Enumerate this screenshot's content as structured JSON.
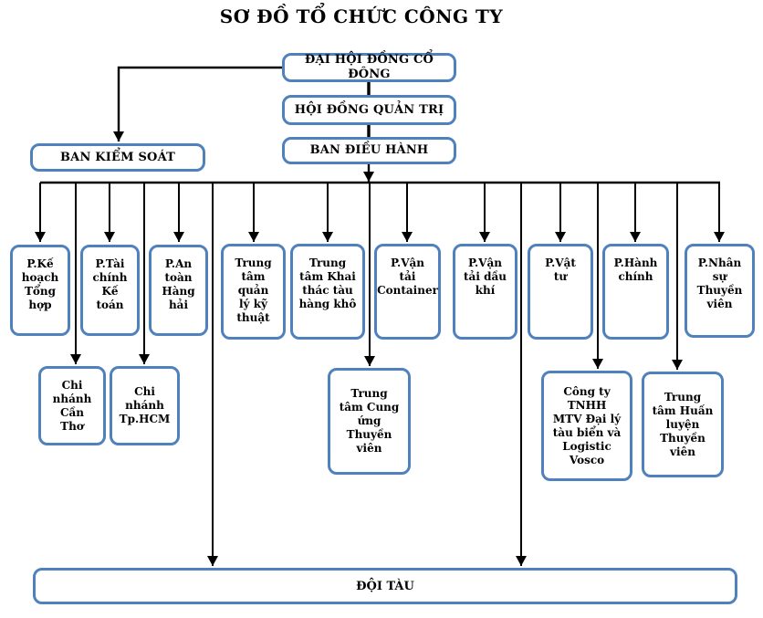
{
  "title": "SƠ ĐỒ TỔ CHỨC CÔNG TY",
  "colors": {
    "box_border": "#4F81BD",
    "connector": "#000000",
    "text": "#000000",
    "background": "#FFFFFF"
  },
  "nodes": {
    "shareholders_meeting": "ĐẠI HỘI ĐỒNG CỔ ĐÔNG",
    "board_of_directors": "HỘI ĐỒNG QUẢN TRỊ",
    "executive_board": "BAN ĐIỀU HÀNH",
    "supervisory_board": "BAN KIỂM SOÁT",
    "fleet": "ĐỘI TÀU",
    "departments": [
      "P.Kế\nhoạch\nTổng\nhợp",
      "P.Tài\nchính\nKế\ntoán",
      "P.An\ntoàn\nHàng\nhải",
      "Trung\ntâm\nquản\nlý kỹ\nthuật",
      "Trung\ntâm Khai\nthác tàu\nhàng khô",
      "P.Vận\ntải\nContainer",
      "P.Vận\ntải dầu\nkhí",
      "P.Vật\ntư",
      "P.Hành\nchính",
      "P.Nhân\nsự\nThuyền\nviên"
    ],
    "sub_units": [
      "Chi\nnhánh\nCần\nThơ",
      "Chi\nnhánh\nTp.HCM",
      "Trung\ntâm Cung\nứng\nThuyền\nviên",
      "Công ty\nTNHH\nMTV Đại lý\ntàu biển và\nLogistic\nVosco",
      "Trung\ntâm Huấn\nluyện\nThuyền\nviên"
    ]
  }
}
